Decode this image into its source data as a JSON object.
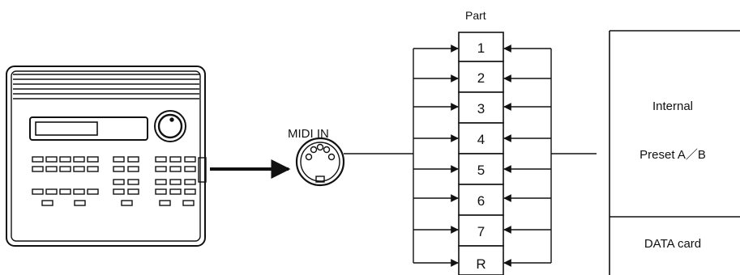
{
  "midi_label": "MIDI IN",
  "part_header": "Part",
  "parts": [
    "1",
    "2",
    "3",
    "4",
    "5",
    "6",
    "7",
    "R"
  ],
  "memory": {
    "internal_label": "Internal",
    "preset_label": "Preset A／B",
    "card_label": "DATA card"
  },
  "colors": {
    "line": "#111111",
    "background": "#ffffff"
  }
}
